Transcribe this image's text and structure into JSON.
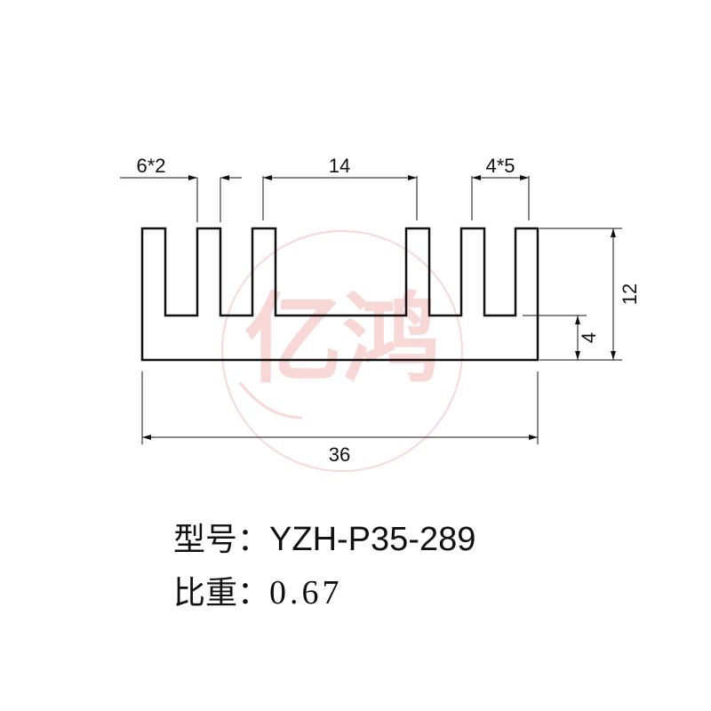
{
  "dimensions": {
    "fin_spacing": "6*2",
    "center_gap": "14",
    "right_spacing": "4*5",
    "total_height": "12",
    "base_height": "4",
    "total_width": "36"
  },
  "watermark": {
    "text": "亿鸿",
    "color": "#f4b8b8"
  },
  "info": {
    "model_label": "型号：",
    "model_value": "YZH-P35-289",
    "density_label": "比重：",
    "density_value": "0.67"
  },
  "colors": {
    "line": "#111111",
    "background": "#ffffff"
  }
}
